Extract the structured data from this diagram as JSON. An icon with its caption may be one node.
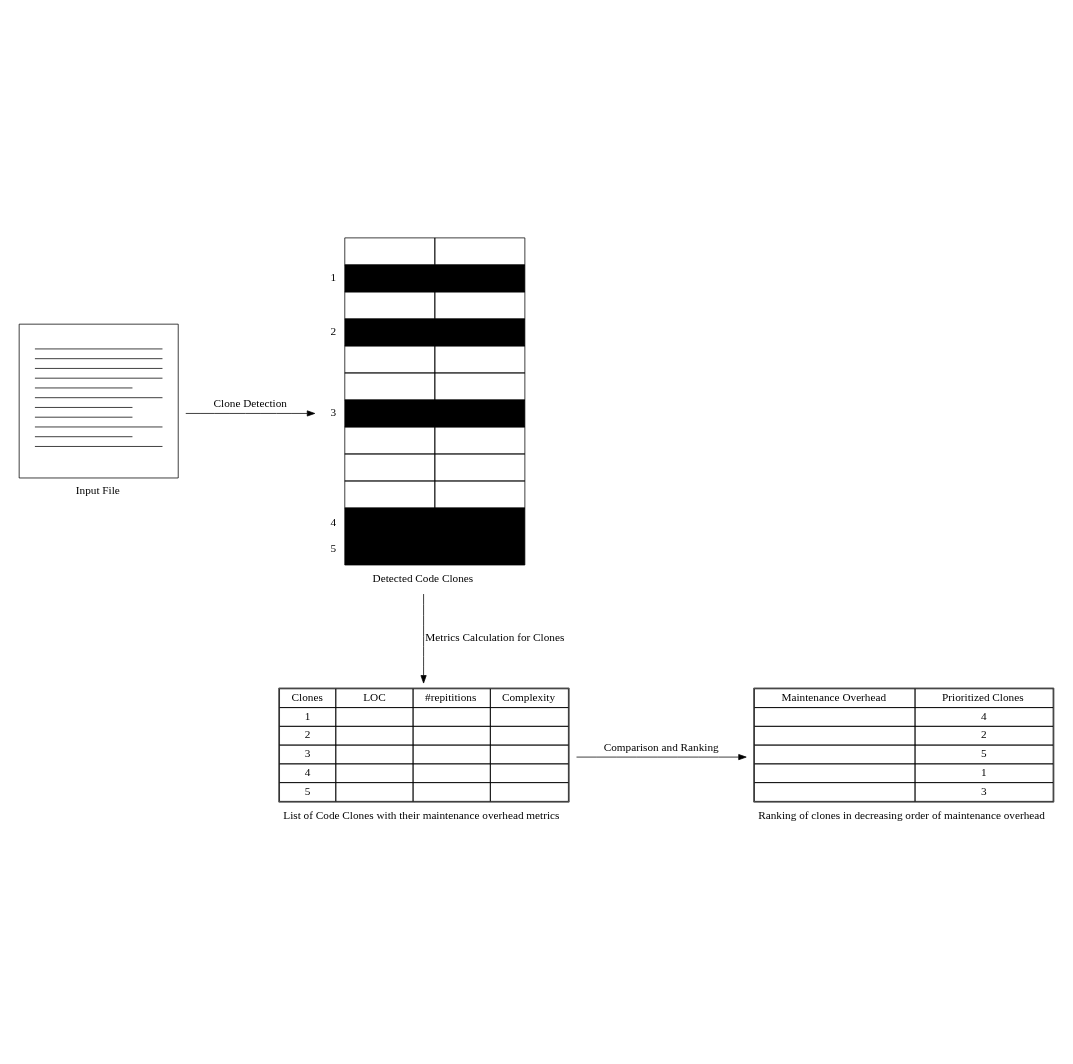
{
  "diagram": {
    "nodes": [
      {
        "text": [
          "Input File"
        ]
      },
      {
        "text": [
          "Detected Code Clones"
        ],
        "beside": [
          "1",
          "2",
          "3",
          "4",
          "5"
        ]
      },
      {
        "text": [
          "Clones",
          "LOC",
          "#repititions",
          "Complexity",
          "1",
          "2",
          "3",
          "4",
          "5",
          "List of Code Clones with their maintenance overhead metrics"
        ]
      },
      {
        "text": [
          "Maintenance Overhead",
          "Prioritized Clones",
          "4",
          "2",
          "5",
          "1",
          "3",
          "Ranking of clones in decreasing order of maintenance overhead"
        ]
      }
    ],
    "edges": [
      {
        "from": 0,
        "to": 1,
        "arrow": "to",
        "label": "Clone Detection"
      },
      {
        "from": 1,
        "to": 2,
        "arrow": "to",
        "label": "Metrics Calculation for Clones"
      },
      {
        "from": 2,
        "to": 3,
        "arrow": "to",
        "label": "Comparison and Ranking"
      }
    ]
  }
}
